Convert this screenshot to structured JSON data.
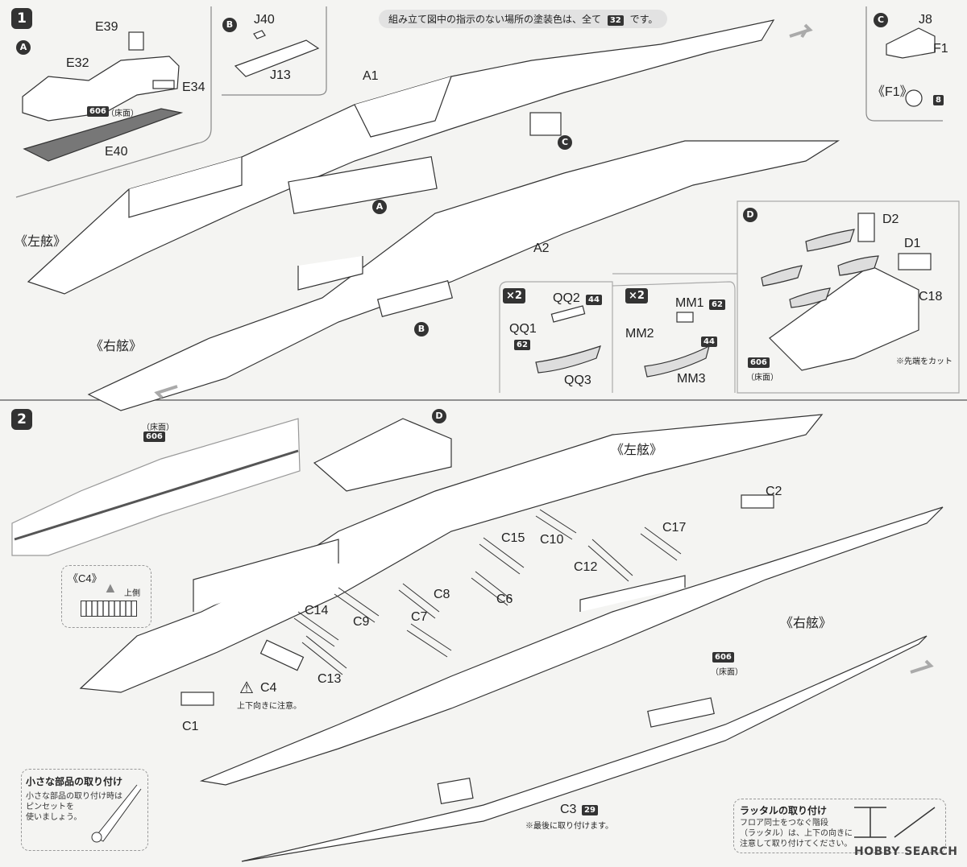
{
  "header": {
    "note": "組み立て図中の指示のない場所の塗装色は、全て",
    "note_color_num": "32",
    "note_suffix": "です。"
  },
  "step1": {
    "number": "1",
    "inset_a": {
      "marker": "A",
      "parts": [
        "E39",
        "E32",
        "E34",
        "E40"
      ],
      "floor_num": "606",
      "floor_note": "（床面）"
    },
    "inset_b": {
      "marker": "B",
      "parts": [
        "J40",
        "J13"
      ]
    },
    "inset_c": {
      "marker": "C",
      "parts": [
        "J8",
        "F1"
      ]
    },
    "inset_f1": {
      "label": "《F1》",
      "color_num": "8"
    },
    "hull": {
      "part_a1": "A1",
      "part_a2": "A2",
      "left_side": "《左舷》",
      "right_side": "《右舷》",
      "marker_a": "A",
      "marker_b": "B",
      "marker_c": "C"
    },
    "boats_qq": {
      "multiplier": "×2",
      "parts": [
        "QQ2",
        "QQ1",
        "QQ3"
      ],
      "qq2_num": "44",
      "qq1_num": "62"
    },
    "boats_mm": {
      "multiplier": "×2",
      "parts": [
        "MM1",
        "MM2",
        "MM3"
      ],
      "mm1_num": "62",
      "mm3_num": "44"
    },
    "inset_d": {
      "marker": "D",
      "parts": [
        "D2",
        "D1",
        "C18"
      ],
      "floor_num": "606",
      "floor_note": "（床面）",
      "cut_note": "※先端をカット"
    }
  },
  "step2": {
    "number": "2",
    "inset_floor": {
      "floor_note": "（床面）",
      "floor_num": "606"
    },
    "marker_d": "D",
    "left_side": "《左舷》",
    "right_side": "《右舷》",
    "parts": [
      "C2",
      "C15",
      "C10",
      "C17",
      "C12",
      "C8",
      "C6",
      "C14",
      "C9",
      "C7",
      "C13",
      "C4",
      "C1"
    ],
    "c4_inset": {
      "label": "《C4》",
      "top_label": "上側"
    },
    "c4_warning": "上下向きに注意。",
    "floor_num": "606",
    "floor_note": "（床面）",
    "c3": {
      "part": "C3",
      "color_num": "29",
      "note": "※最後に取り付けます。"
    },
    "small_parts": {
      "title": "小さな部品の取り付け",
      "text": [
        "小さな部品の取り付け時は",
        "ピンセットを",
        "使いましょう。"
      ]
    },
    "ladder": {
      "title": "ラッタルの取り付け",
      "text": [
        "フロア同士をつなぐ階段",
        "（ラッタル）は、上下の向きに",
        "注意して取り付けてください。"
      ]
    }
  },
  "watermark": "HOBBY SEARCH"
}
